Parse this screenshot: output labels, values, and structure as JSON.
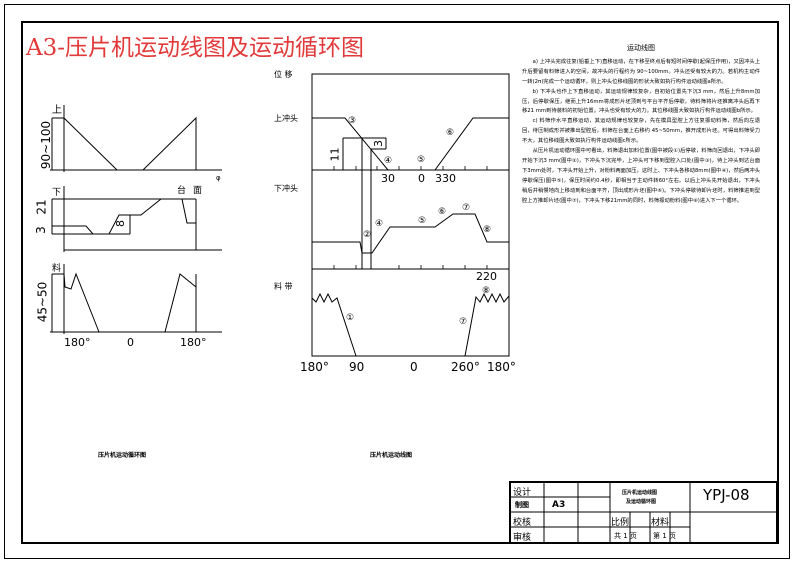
{
  "title": "A3-压片机运动线图及运动循环图",
  "notes": {
    "heading": "运动线图",
    "paragraphs": [
      "a) 上冲头完成往复(铅垂上下)直移运动，在下移至终点后有短时间停歇(起保压作用)，又因冲头上升后要留有料筛进入的空间，故冲头的行程约为 90~100mm。冲头还受有较大的力。若机构主动件一转(2π)完成一个运动循环，则上冲头位移线图的形状大致如执行构件运动线图a所示。",
      "b) 下冲头也作上下直移运动，其运动规律较复杂，自初始位置先下沉3 mm，然后上升8mm加压，后停歇保压，继而上升16mm将成形片坯顶到与平台平齐后停歇，待料筛将片坯推离冲头后再下移21 mm到待装料的初始位置。冲头也受有较大的力。其位移线图大致如执行构件运动线图b所示。",
      "c) 料筛作水平直移运动，其运动规律也较复杂，先在模具型腔上方往复振动料筛，然后向左退回，待压制成形并被推出型腔后，料筛在台面上右移约 45~50mm，推开成形片坯。可得出料筛受力不大，其位移线图大致如执行构件运动线图c所示。",
      "从压片机运动循环图中可看出，料筛退出加料位置(图中被段①)后停歇，料筛向回退出，下冲头即开始下沉3 mm(图中②)，下冲头下沉完毕，上冲头可下移到型腔入口处(图中③)，待上冲头到达台面下3mm处时，下冲头开始上升，对粉料两面加压，这时上、下冲头各移动8mm(图中④)，然后两冲头停歇保压(图中⑤)，保压时间约0.4秒，即相当于主动件转60°左右。以后上冲头先开始退出，下冲头稍后并稍慢地向上移动到和台面平齐，顶出成形片坯(图中⑥)。下冲头停歇待卸片坯时，料筛推进到型腔上方推卸片坯(图中⑦)，下冲头下移21mm的同时，料筛振动粉料(图中⑧)进入下一个循环。"
    ]
  },
  "left_charts": {
    "c1_label": "上",
    "c1_dim": "90~100",
    "c2_label": "下",
    "c2_dim1": "21",
    "c2_dim2": "3",
    "c2_dim3": "8",
    "c2_top1": "台",
    "c2_top2": "面",
    "c3_label": "料",
    "c3_dim": "45~50",
    "x_ticks": [
      "180°",
      "0",
      "180°"
    ],
    "axis_unit": "φ",
    "caption": "压片机运动循环图"
  },
  "main_chart": {
    "row_head": "位 移",
    "rows": [
      "上冲头",
      "下冲头",
      "料 带"
    ],
    "dim_11": "11",
    "dim_3": "3",
    "mid_ticks": [
      "30",
      "0",
      "330"
    ],
    "lower_tick": "220",
    "bottom_ticks": [
      "180°",
      "90",
      "0",
      "260°",
      "180°"
    ],
    "markers": [
      "③",
      "④",
      "⑤",
      "⑥",
      "②",
      "④",
      "⑤",
      "⑥",
      "⑦",
      "⑧",
      "①",
      "⑦",
      "⑧"
    ],
    "caption": "压片机运动线图"
  },
  "title_block": {
    "design": "设计",
    "drawn": "制图",
    "size": "A3",
    "check": "校核",
    "review": "审核",
    "name1": "压片机运动线图",
    "name2": "及运动循环图",
    "scale": "比例",
    "material": "材料",
    "sheet1": "共 1 页",
    "sheet2": "第 1 页",
    "code": "YPJ-08"
  }
}
